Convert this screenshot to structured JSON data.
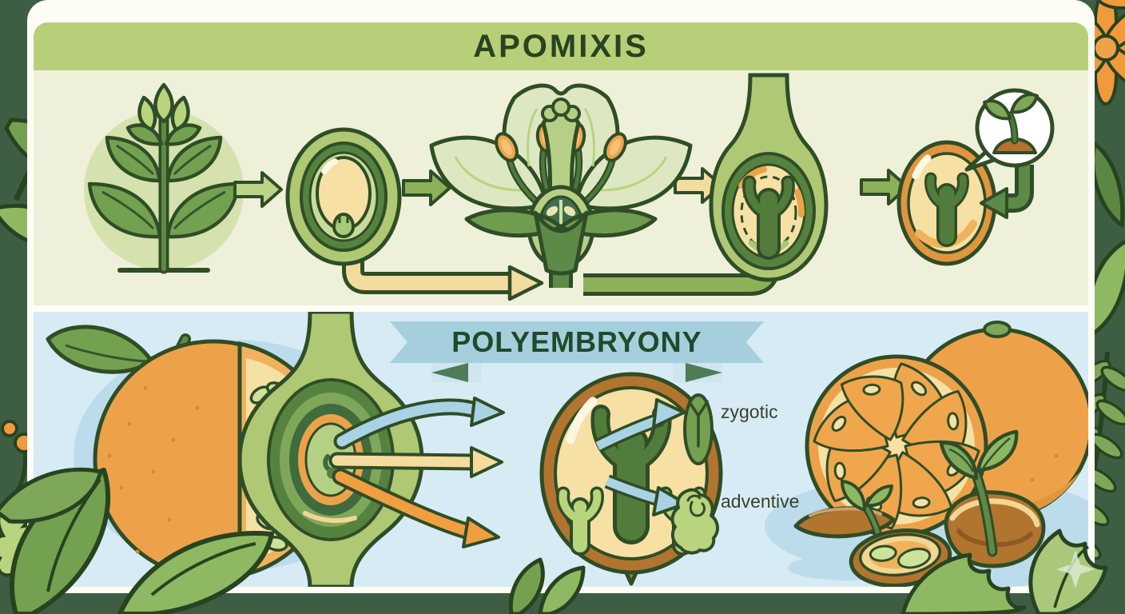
{
  "colors": {
    "frame_green": "#3e5e44",
    "card_white": "#fdfdf6",
    "banner_green": "#b7cf78",
    "panel_cream": "#eef0da",
    "panel_blue": "#d7ebf4",
    "ribbon_blue": "#a6cfdd",
    "title_green": "#27431f",
    "outline_green": "#2f4d26",
    "orange": "#eda24a",
    "seed_brown": "#b2752f",
    "embryo_dark_green": "#527c3b",
    "embryo_light_green": "#b9d47e",
    "arrow_yellow": "#f4dc9e",
    "arrow_green": "#8db158",
    "arrow_blue": "#a9d3e4",
    "arrow_orange": "#ef9f40"
  },
  "apomixis": {
    "title": "APOMIXIS",
    "flow_icons": [
      "parent-plant",
      "ovule",
      "flower-cross-section",
      "ovule-with-apomictic-embryo",
      "mature-seed",
      "seedling-speech-bubble"
    ]
  },
  "polyembryony": {
    "title": "POLYEMBRYONY",
    "embryo_labels": [
      {
        "label": "zygotic"
      },
      {
        "label": "adventive"
      }
    ],
    "illustrations": [
      "cut-orange-with-seeds",
      "ovule-cross-section",
      "seed-with-multiple-embryos",
      "orange-slice",
      "whole-orange",
      "sprouting-seeds"
    ]
  }
}
